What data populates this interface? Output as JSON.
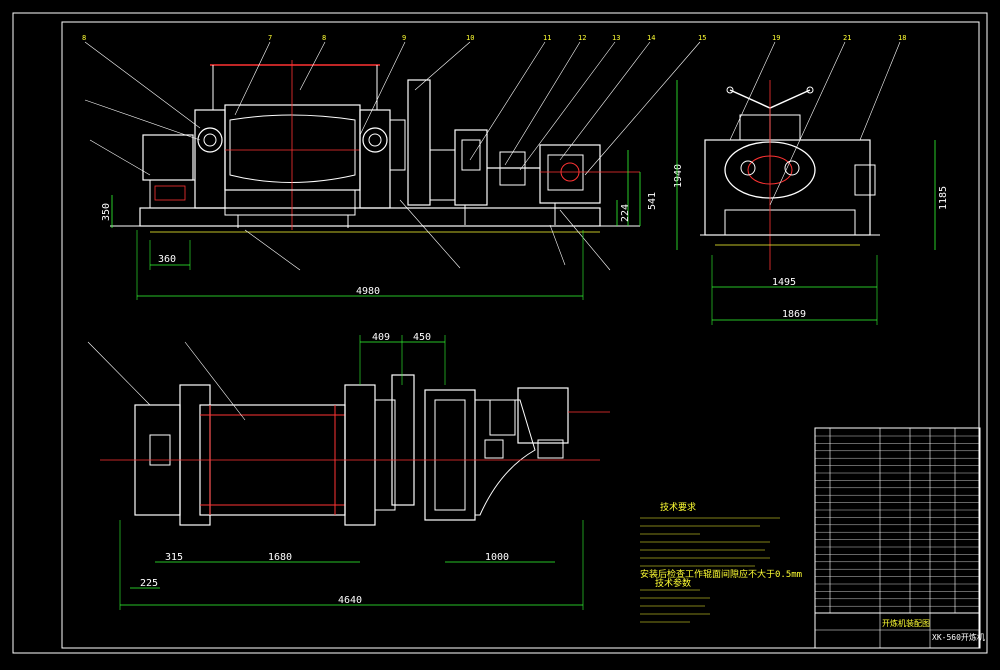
{
  "drawing": {
    "dimensions_front": {
      "overall_length": "4980",
      "left_offset": "360",
      "height_mid": "350",
      "right_height_1": "1940",
      "right_height_2": "541",
      "right_small": "224",
      "side_width_inner": "1495",
      "side_width_outer": "1869",
      "side_height": "1185"
    },
    "dimensions_plan": {
      "overall_length": "4640",
      "roll_length": "1680",
      "left_1": "315",
      "left_2": "225",
      "right_span": "1000",
      "top_1": "409",
      "top_2": "450"
    },
    "balloons_front": [
      "8",
      "7",
      "8",
      "9",
      "10",
      "11",
      "12",
      "13",
      "14",
      "15"
    ],
    "balloons_side": [
      "19",
      "21",
      "18"
    ],
    "notes": {
      "heading_1": "技术要求",
      "heading_2": "技术参数",
      "highlight_line": "安装后检查工作辊面间隙应不大于0.5mm"
    },
    "title_block": {
      "drawing_title": "开炼机装配图",
      "drawing_code": "XK-560开炼机"
    }
  }
}
